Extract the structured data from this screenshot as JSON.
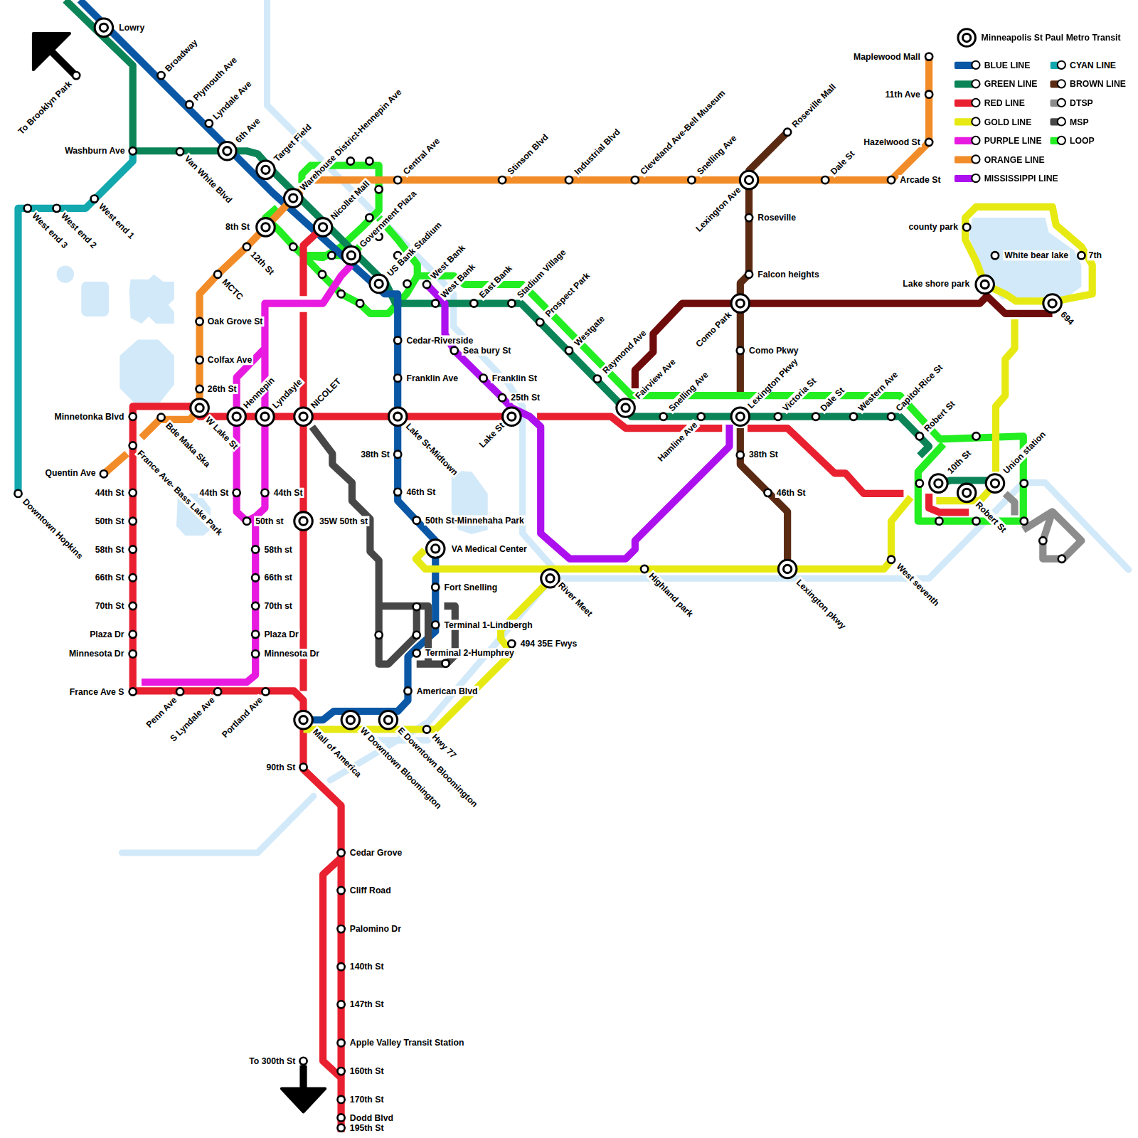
{
  "diagram": {
    "labels": [
      "Lowry",
      "To Brooklyn Park",
      "Broadway",
      "Plymouth Ave",
      "Lyndale Ave",
      "6th Ave",
      "Target Field",
      "Warehouse District-Hennepin Ave",
      "Nicollet Mall",
      "Government Plaza",
      "US Bank Stadium",
      "Central Ave",
      "Stinson Blvd",
      "Industrial Blvd",
      "Cleveland Ave-Bell Museum",
      "Snelling Ave",
      "Lexington Ave",
      "Dale St",
      "Arcade St",
      "Roseville Mall",
      "Maplewood Mall",
      "11th Ave",
      "Hazelwood St",
      "Washburn Ave",
      "Van White Blvd",
      "West end 1",
      "West end 2",
      "West end 3",
      "8th St",
      "12th St",
      "MCTC",
      "Roseville",
      "Falcon heights",
      "county park",
      "White bear lake",
      "7th",
      "Lake shore park",
      "694",
      "West Bank",
      "West Bank",
      "East Bank",
      "Stadium Village",
      "Prospect Park",
      "Westgate",
      "Raymond Ave",
      "Fairview Ave",
      "Como Park",
      "Como Pkwy",
      "Oak Grove St",
      "Colfax Ave",
      "26th St",
      "Cedar-Riverside",
      "Sea bury St",
      "Franklin Ave",
      "Franklin St",
      "25th St",
      "Minnetonka Blvd",
      "Hennepin",
      "Lyndayle",
      "NICOLET",
      "W Lake St",
      "Bde Maka Ska",
      "Lake St-Midtown",
      "Lake St",
      "Snelling Ave",
      "Hamline Ave",
      "Lexington Pkwy",
      "Victoria St",
      "Dale St",
      "Western Ave",
      "Capitol-Rice St",
      "Robert St",
      "France Ave- Bass Lake Park",
      "Quentin Ave",
      "38th St",
      "38th St",
      "10th St",
      "Union station",
      "44th St",
      "44th St",
      "44th St",
      "46th St",
      "46th St",
      "Robert St",
      "50th St",
      "50th st",
      "35W 50th st",
      "50th St-Minnehaha Park",
      "58th St",
      "58th st",
      "VA Medical Center",
      "Highland park",
      "Lexington pkwy",
      "West seventh",
      "66th St",
      "66th st",
      "River Meet",
      "Fort Snelling",
      "70th St",
      "70th st",
      "Terminal 1-Lindbergh",
      "Plaza Dr",
      "Plaza Dr",
      "494 35E Fwys",
      "Minnesota Dr",
      "Minnesota Dr",
      "Terminal 2-Humphrey",
      "France Ave S",
      "Penn Ave",
      "S Lyndale Ave",
      "Portland Ave",
      "American Blvd",
      "Mall of America",
      "W Downtown Bloomington",
      "E Downtown Bloomington",
      "Hwy 77",
      "90th St",
      "Cedar Grove",
      "Cliff Road",
      "Palomino Dr",
      "140th St",
      "147th St",
      "Apple Valley Transit Station",
      "To 300th St",
      "160th St",
      "170th St",
      "Dodd Blvd",
      "195th St",
      "Downtown Hopkins"
    ],
    "legend": [
      {
        "text": "Minneapolis St Paul Metro Transit"
      },
      {
        "text": "BLUE LINE",
        "color": "#0a57a5"
      },
      {
        "text": "GREEN LINE",
        "color": "#0b8457"
      },
      {
        "text": "RED LINE",
        "color": "#e8202f"
      },
      {
        "text": "GOLD LINE",
        "color": "#e6ea12"
      },
      {
        "text": "PURPLE LINE",
        "color": "#e81ae0"
      },
      {
        "text": "ORANGE LINE",
        "color": "#f28c28"
      },
      {
        "text": "MISSISSIPPI LINE",
        "color": "#ad10ee"
      },
      {
        "text": "CYAN LINE",
        "color": "#12a8ae"
      },
      {
        "text": "BROWN LINE",
        "color": "#5a2a12"
      },
      {
        "text": "DTSP",
        "color": "#8c8c8c"
      },
      {
        "text": "MSP",
        "color": "#474747"
      },
      {
        "text": "LOOP",
        "color": "#22ee22"
      }
    ]
  }
}
